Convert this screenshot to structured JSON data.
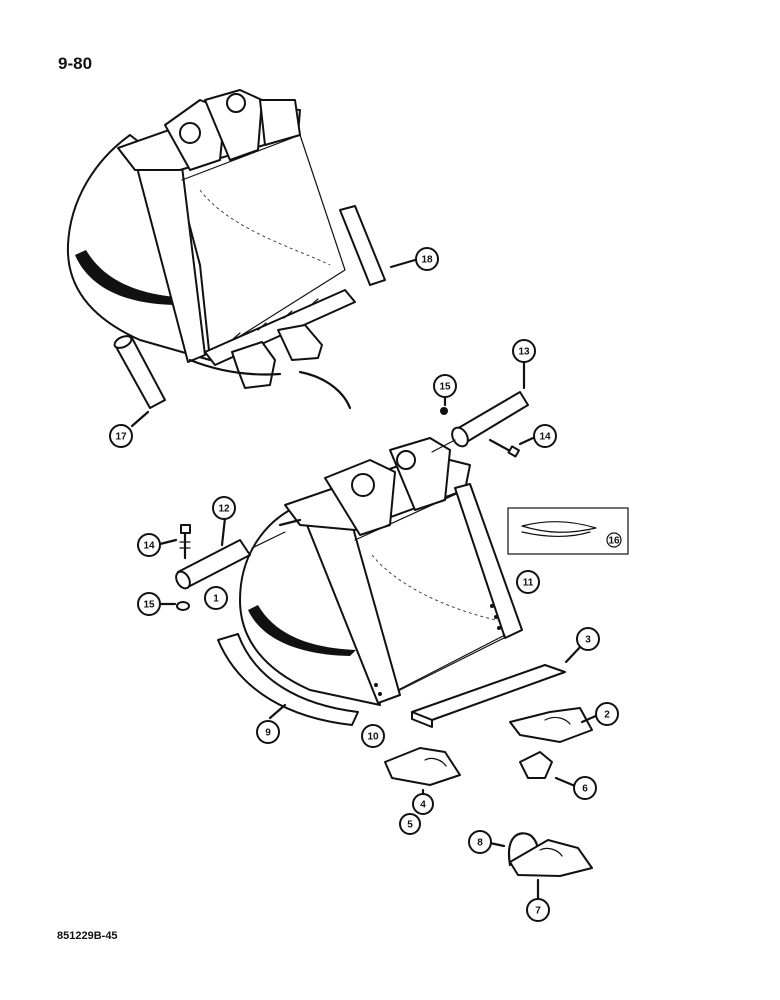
{
  "header": {
    "page_number": "9-80"
  },
  "footer": {
    "drawing_id": "851229B-45"
  },
  "callouts": {
    "c1": "1",
    "c2": "2",
    "c3": "3",
    "c4": "4",
    "c5": "5",
    "c6": "6",
    "c7": "7",
    "c8": "8",
    "c9": "9",
    "c10": "10",
    "c11": "11",
    "c12": "12",
    "c13": "13",
    "c14a": "14",
    "c14b": "14",
    "c15a": "15",
    "c15b": "15",
    "c17": "17",
    "c18": "18"
  },
  "inset": {
    "callout": "16"
  }
}
